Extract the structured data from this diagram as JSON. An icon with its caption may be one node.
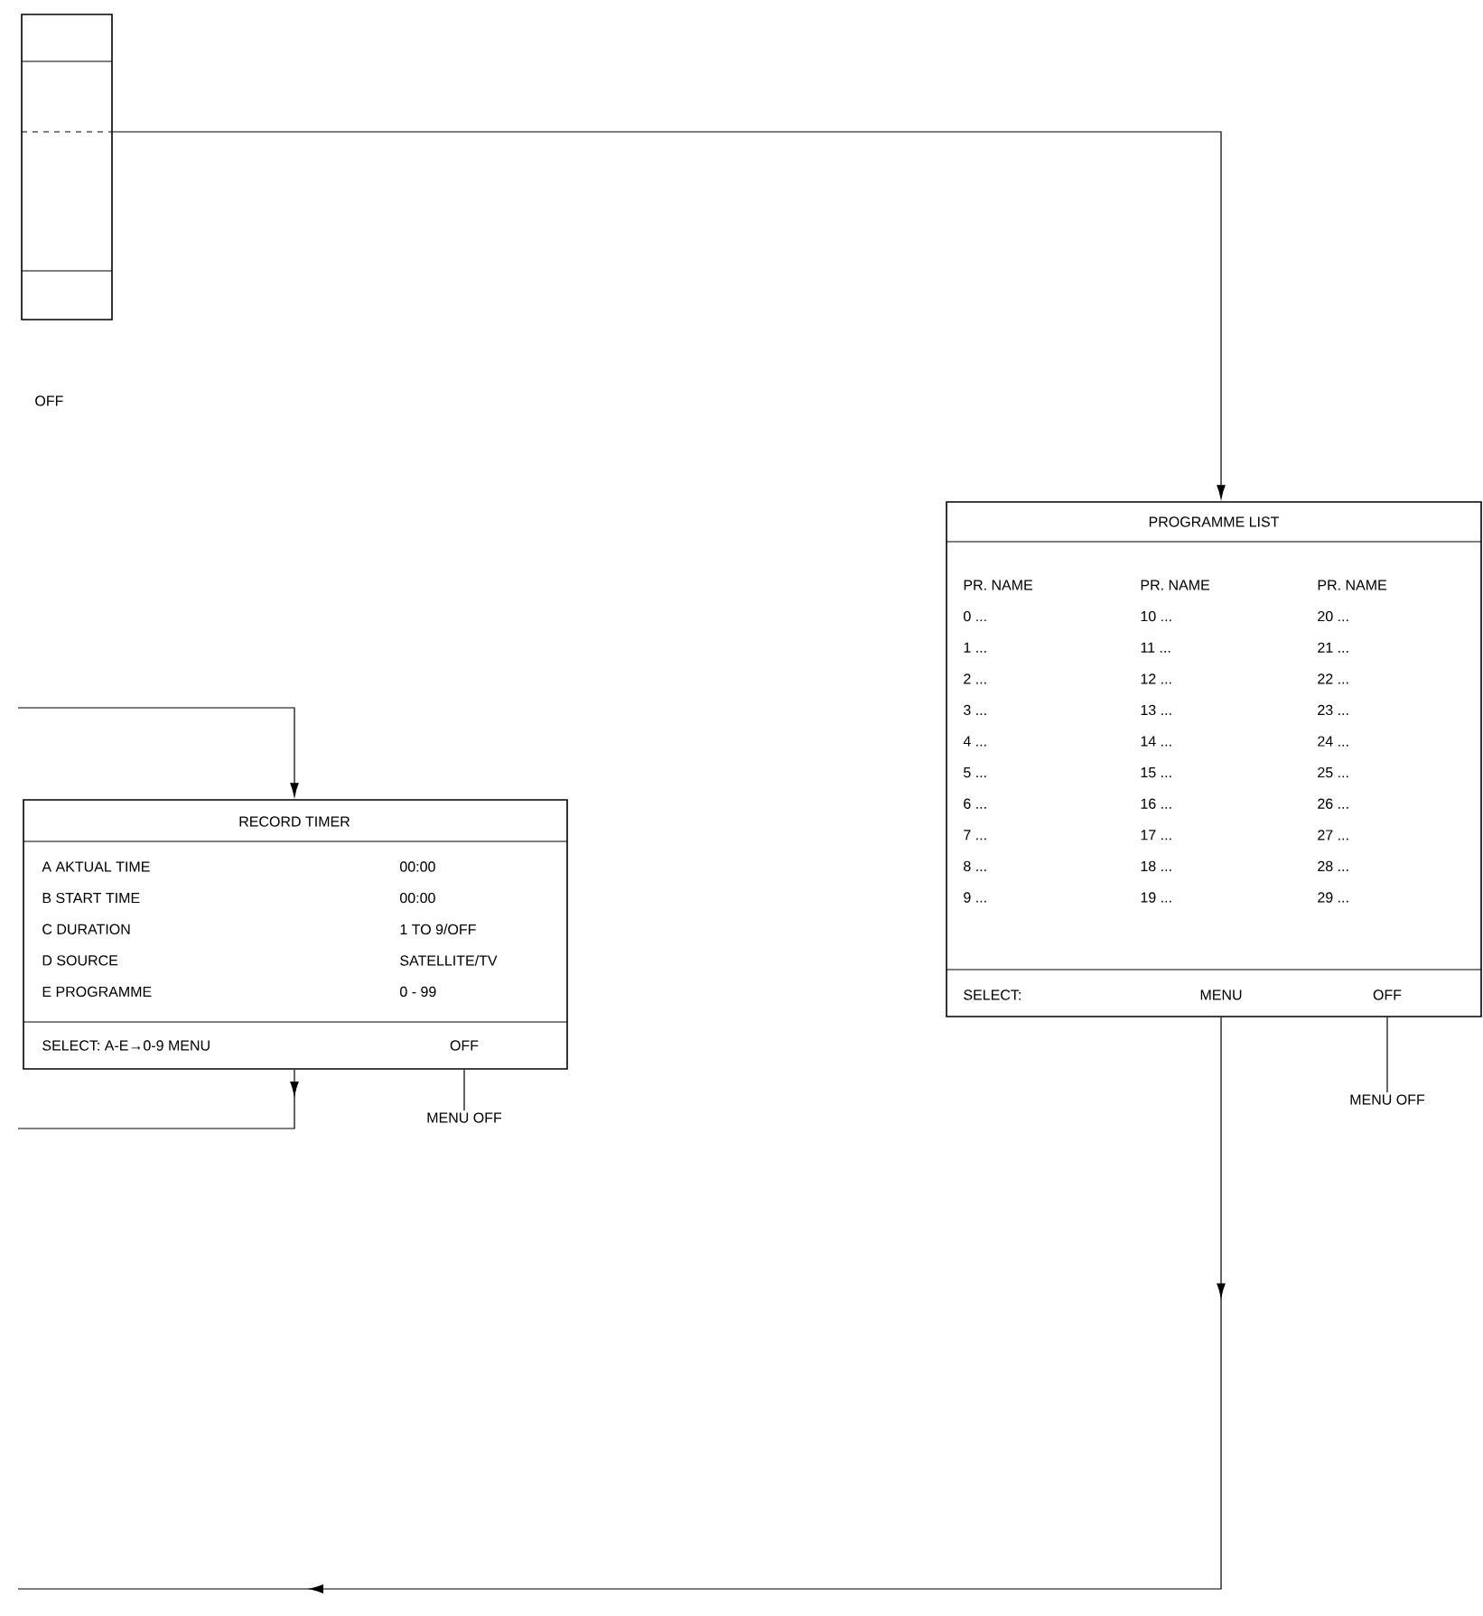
{
  "diagram": {
    "nodes": [
      {
        "text": [],
        "shape": "box"
      },
      {
        "text": [
          "PROGRAMME LIST",
          "PR. NAME",
          "0 ...",
          "1 ...",
          "2 ...",
          "3 ...",
          "4 ...",
          "5 ...",
          "6 ...",
          "7 ...",
          "8 ...",
          "9 ...",
          "PR. NAME",
          "10 ...",
          "11 ...",
          "12 ...",
          "13 ...",
          "14 ...",
          "15 ...",
          "16 ...",
          "17 ...",
          "18 ...",
          "19 ...",
          "PR. NAME",
          "20 ...",
          "21 ...",
          "22 ...",
          "23 ...",
          "24 ...",
          "25 ...",
          "26 ...",
          "27 ...",
          "28 ...",
          "29 ...",
          "SELECT:",
          "MENU",
          "OFF"
        ]
      },
      {
        "text": [
          "RECORD TIMER",
          "A AKTUAL TIME",
          "00:00",
          "B START TIME",
          "00:00",
          "C DURATION",
          "1 TO 9/OFF",
          "D SOURCE",
          "SATELLITE/TV",
          "E PROGRAMME",
          "0 - 99",
          "SELECT: A-E→0-9 MENU",
          "OFF"
        ]
      },
      {
        "text": [
          "MENU OFF"
        ]
      },
      {
        "text": [
          "MENU OFF"
        ]
      }
    ],
    "edges": [
      {
        "from": 0,
        "to": 1,
        "arrow": "to"
      },
      {
        "from": null,
        "to": 2,
        "arrow": "to"
      },
      {
        "from": 2,
        "to": null,
        "arrow": "to"
      },
      {
        "from": 2,
        "to": 3,
        "arrow": "none"
      },
      {
        "from": 1,
        "to": null,
        "arrow": "to"
      },
      {
        "from": 1,
        "to": 4,
        "arrow": "none"
      }
    ],
    "labels": [
      "OFF"
    ]
  }
}
